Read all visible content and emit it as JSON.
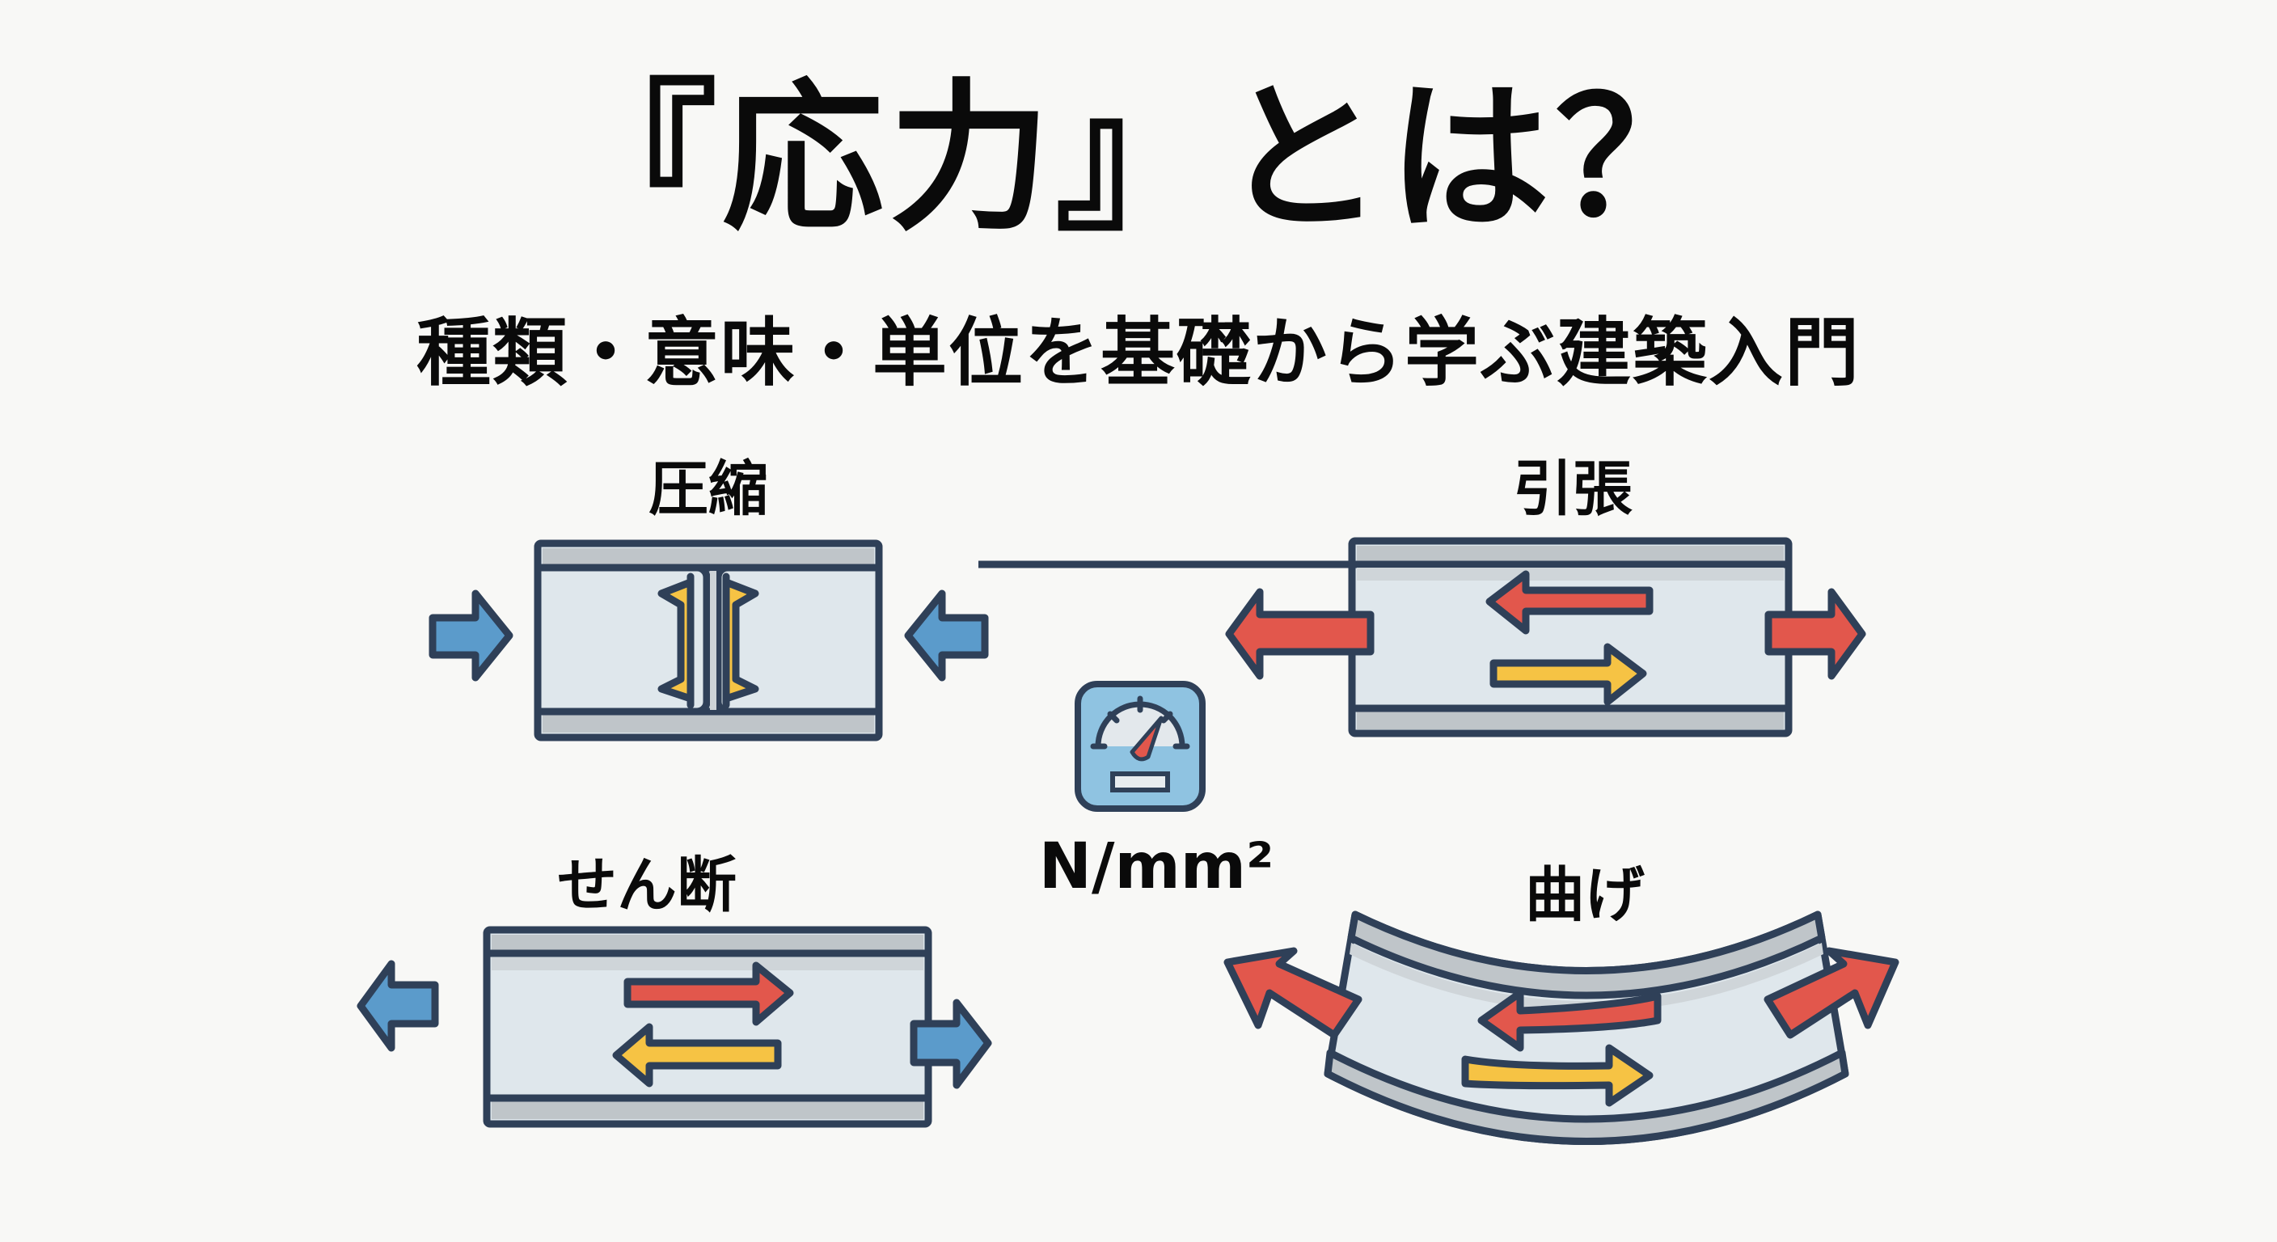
{
  "header": {
    "title": "『応力』とは？",
    "subtitle": "種類・意味・単位を基礎から学ぶ建築入門"
  },
  "stress_types": [
    {
      "key": "compression",
      "label": "圧縮",
      "external_arrows": "inward",
      "arrow_color": "#5b9bcb"
    },
    {
      "key": "tension",
      "label": "引張",
      "external_arrows": "outward",
      "arrow_color": "#e2574c"
    },
    {
      "key": "shear",
      "label": "せん断",
      "external_arrows": "outward",
      "arrow_color": "#5b9bcb"
    },
    {
      "key": "bending",
      "label": "曲げ",
      "external_arrows": "outward-curved",
      "arrow_color": "#e2574c"
    }
  ],
  "unit": {
    "icon": "gauge-icon",
    "text": "N/mm²"
  },
  "colors": {
    "outline": "#2f4058",
    "panel_fill": "#dfe7ec",
    "flange_fill": "#bfc5c9",
    "blue_arrow": "#5b9bcb",
    "red_arrow": "#e2574c",
    "yellow_arrow": "#f6c344",
    "gauge_bg": "#8fc3e1",
    "gauge_needle": "#e2574c"
  }
}
